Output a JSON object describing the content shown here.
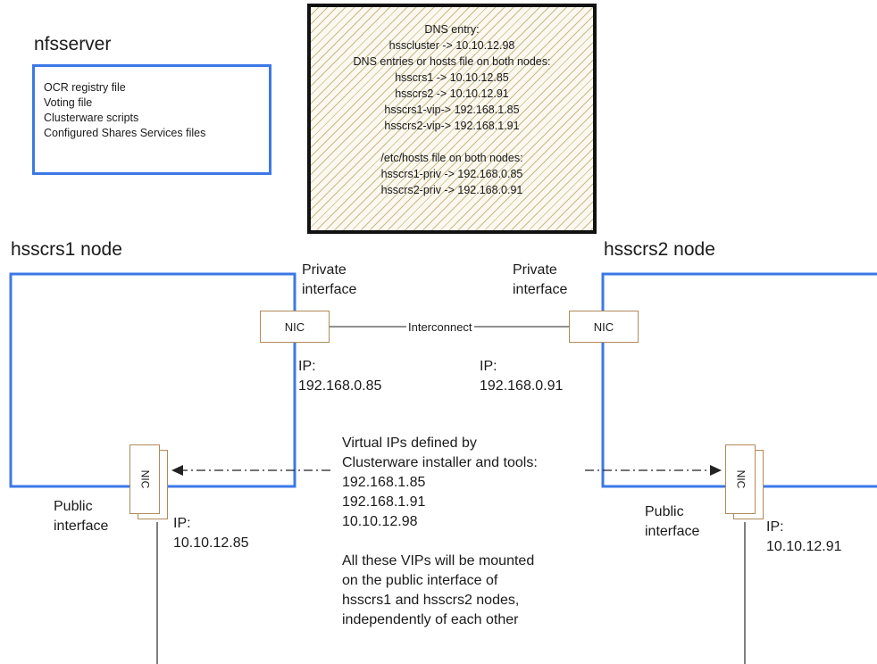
{
  "nfsserver": {
    "title": "nfsserver",
    "files": [
      "OCR registry file",
      "Voting file",
      "Clusterware scripts",
      "Configured Shares Services files"
    ]
  },
  "dns_box": {
    "lines": [
      "DNS entry:",
      "hsscluster -> 10.10.12.98",
      "DNS entries or hosts file on both nodes:",
      "hsscrs1 -> 10.10.12.85",
      "hsscrs2 -> 10.10.12.91",
      "hsscrs1-vip-> 192.168.1.85",
      "hsscrs2-vip-> 192.168.1.91",
      "",
      "/etc/hosts file on both nodes:",
      "hsscrs1-priv -> 192.168.0.85",
      "hsscrs2-priv -> 192.168.0.91"
    ]
  },
  "node1": {
    "title": "hsscrs1 node",
    "private_label": [
      "Private",
      "interface"
    ],
    "private_nic": "NIC",
    "private_ip": [
      "IP:",
      "192.168.0.85"
    ],
    "public_nic": "NIC",
    "public_label": [
      "Public",
      "interface"
    ],
    "public_ip": [
      "IP:",
      "10.10.12.85"
    ]
  },
  "node2": {
    "title": "hsscrs2 node",
    "private_label": [
      "Private",
      "interface"
    ],
    "private_nic": "NIC",
    "private_ip": [
      "IP:",
      "192.168.0.91"
    ],
    "public_nic": "NIC",
    "public_label": [
      "Public",
      "interface"
    ],
    "public_ip": [
      "IP:",
      "10.10.12.91"
    ]
  },
  "interconnect_label": "Interconnect",
  "vip_note": {
    "lines": [
      "Virtual IPs defined by",
      "Clusterware installer and tools:",
      "192.168.1.85",
      "192.168.1.91",
      "10.10.12.98",
      "",
      "All these VIPs will be mounted",
      "on the  public interface of",
      "hsscrs1 and hsscrs2 nodes,",
      "independently of each other"
    ]
  },
  "colors": {
    "node_border": "#3b78e7",
    "nic_border": "#b08a5a",
    "dns_border": "#111111",
    "hatch": "#c9b98a"
  }
}
